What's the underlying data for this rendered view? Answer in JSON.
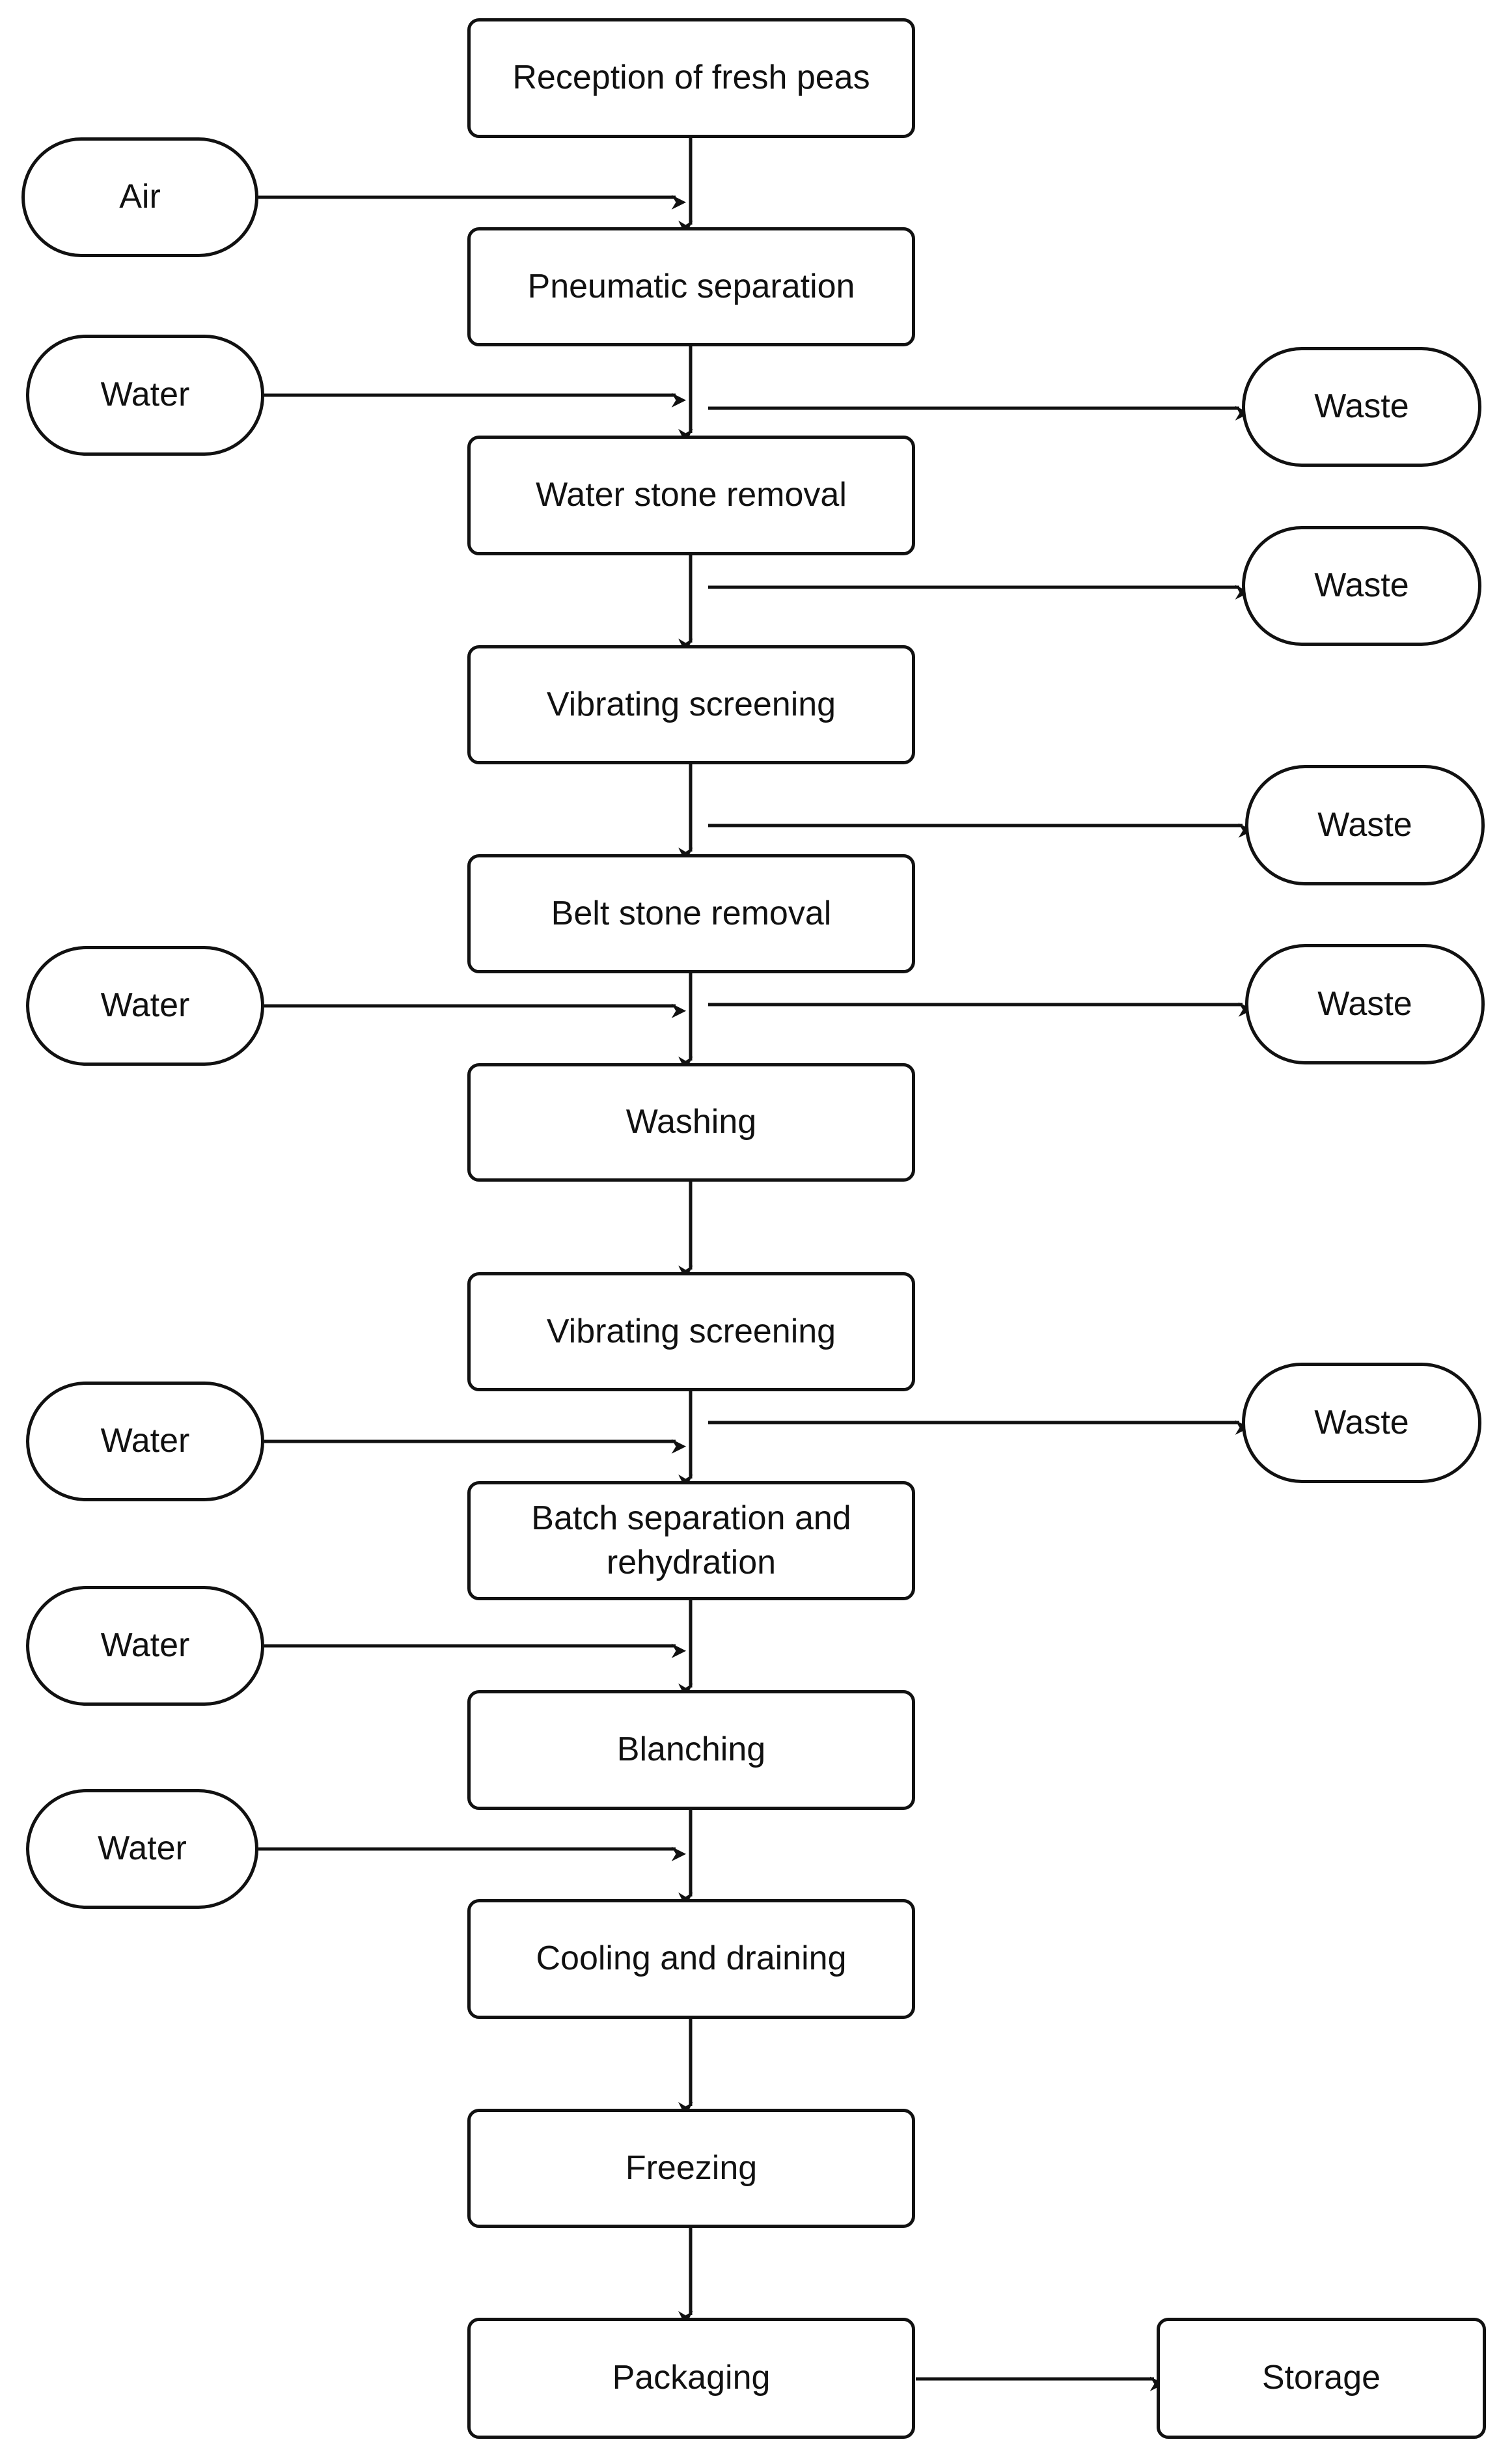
{
  "steps": {
    "reception": "Reception of fresh peas",
    "pneumatic": "Pneumatic separation",
    "water_stone": "Water stone removal",
    "vibrating_1": "Vibrating screening",
    "belt_stone": "Belt stone removal",
    "washing": "Washing",
    "vibrating_2": "Vibrating screening",
    "batch_line1": "Batch separation and",
    "batch_line2": "rehydration",
    "blanching": "Blanching",
    "cooling": "Cooling and draining",
    "freezing": "Freezing",
    "packaging": "Packaging",
    "storage": "Storage"
  },
  "inputs": {
    "air": "Air",
    "water_1": "Water",
    "water_2": "Water",
    "water_3": "Water",
    "water_4": "Water",
    "water_5": "Water"
  },
  "outputs": {
    "waste_1": "Waste",
    "waste_2": "Waste",
    "waste_3": "Waste",
    "waste_4": "Waste",
    "waste_5": "Waste"
  },
  "colors": {
    "stroke": "#111111",
    "fill": "#ffffff"
  }
}
